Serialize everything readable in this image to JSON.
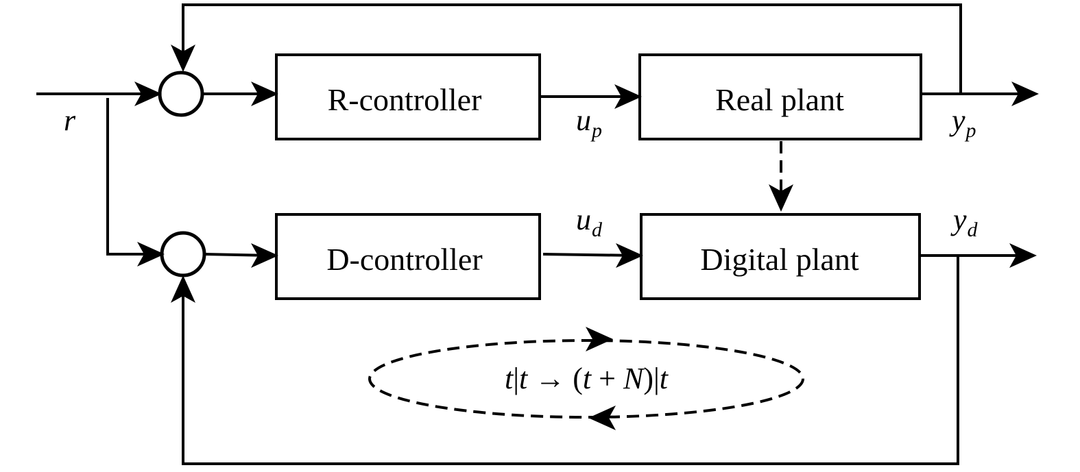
{
  "blocks": {
    "r_controller": "R-controller",
    "real_plant": "Real plant",
    "d_controller": "D-controller",
    "digital_plant": "Digital plant"
  },
  "signals": {
    "r": "r",
    "u_p": {
      "base": "u",
      "sub": "p"
    },
    "y_p": {
      "base": "y",
      "sub": "p"
    },
    "u_d": {
      "base": "u",
      "sub": "d"
    },
    "y_d": {
      "base": "y",
      "sub": "d"
    }
  },
  "horizon": {
    "t1": "t",
    "bar1": "|",
    "t2": "t",
    "arrow": " → (",
    "t3": "t",
    "plus": " + ",
    "n": "N",
    "close": ")|",
    "t4": "t"
  }
}
